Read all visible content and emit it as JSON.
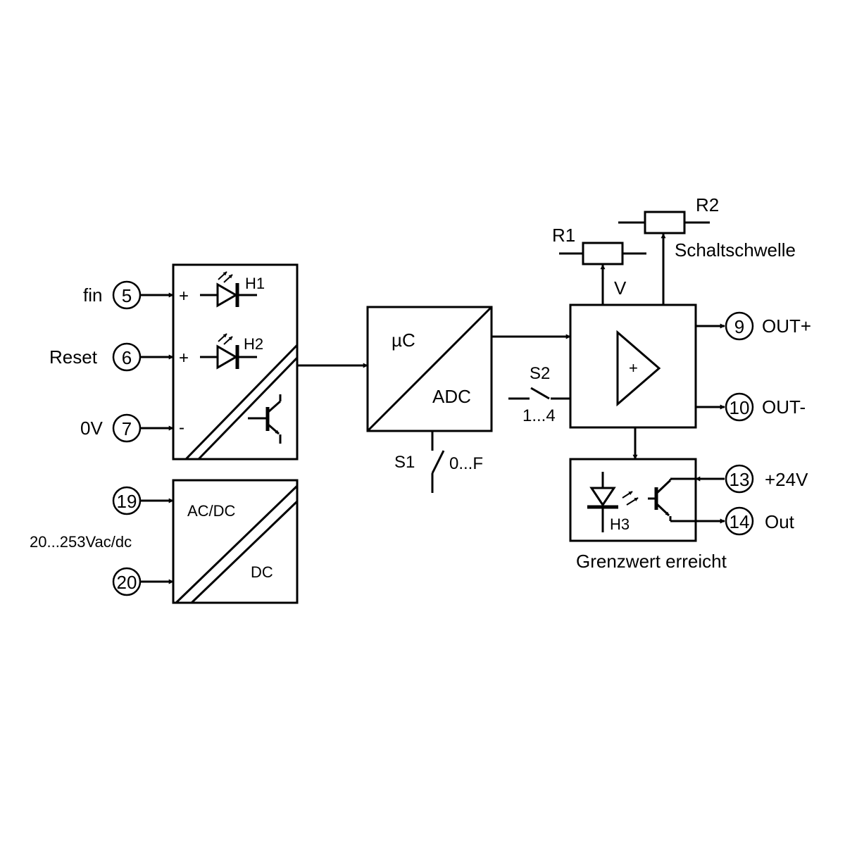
{
  "inputs": {
    "fin": {
      "label": "fin",
      "terminal": "5"
    },
    "reset": {
      "label": "Reset",
      "terminal": "6"
    },
    "zero_v": {
      "label": "0V",
      "terminal": "7"
    }
  },
  "input_block": {
    "plus_1": "+",
    "plus_2": "+",
    "minus": "-",
    "led_h1": "H1",
    "led_h2": "H2"
  },
  "power": {
    "terminal_a": "19",
    "terminal_b": "20",
    "supply_range": "20...253Vac/dc",
    "converter_in": "AC/DC",
    "converter_out": "DC"
  },
  "mcu_block": {
    "upper": "µC",
    "lower": "ADC"
  },
  "switch_s1": {
    "name": "S1",
    "range": "0...F"
  },
  "switch_s2": {
    "name": "S2",
    "range": "1...4"
  },
  "potentiometers": {
    "r1": {
      "name": "R1",
      "signal": "V"
    },
    "r2": {
      "name": "R2",
      "function": "Schaltschwelle"
    }
  },
  "comparator": {
    "sign": "+"
  },
  "outputs": {
    "out_plus": {
      "terminal": "9",
      "label": "OUT+"
    },
    "out_minus": {
      "terminal": "10",
      "label": "OUT-"
    }
  },
  "relay_block": {
    "led_h3": "H3",
    "caption": "Grenzwert erreicht",
    "supply": {
      "terminal": "13",
      "label": "+24V"
    },
    "out": {
      "terminal": "14",
      "label": "Out"
    }
  }
}
